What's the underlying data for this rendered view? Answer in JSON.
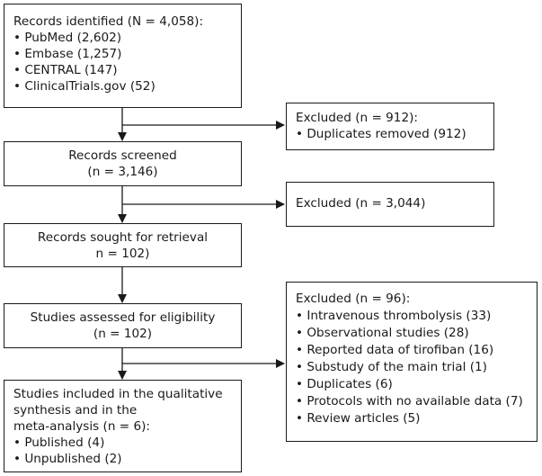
{
  "identified": {
    "title": "Records identified (N = 4,058):",
    "items": [
      "PubMed (2,602)",
      "Embase (1,257)",
      "CENTRAL (147)",
      "ClinicalTrials.gov (52)"
    ]
  },
  "excluded1": {
    "title": "Excluded (n = 912):",
    "items": [
      "Duplicates removed (912)"
    ]
  },
  "screened": {
    "line1": "Records screened",
    "line2": "(n = 3,146)"
  },
  "excluded2": {
    "title": "Excluded (n = 3,044)"
  },
  "retrieval": {
    "line1": "Records sought for retrieval",
    "line2": "n = 102)"
  },
  "eligibility": {
    "line1": "Studies assessed for eligibility",
    "line2": "(n = 102)"
  },
  "excluded3": {
    "title": "Excluded (n = 96):",
    "items": [
      "Intravenous thrombolysis (33)",
      "Observational studies (28)",
      "Reported data of tirofiban (16)",
      "Substudy of the main trial (1)",
      "Duplicates (6)",
      "Protocols with no available data (7)",
      "Review articles (5)"
    ]
  },
  "included": {
    "lines": [
      "Studies included in the qualitative",
      "synthesis and in the",
      "meta-analysis (n = 6):"
    ],
    "items": [
      "Published (4)",
      "Unpublished (2)"
    ]
  }
}
